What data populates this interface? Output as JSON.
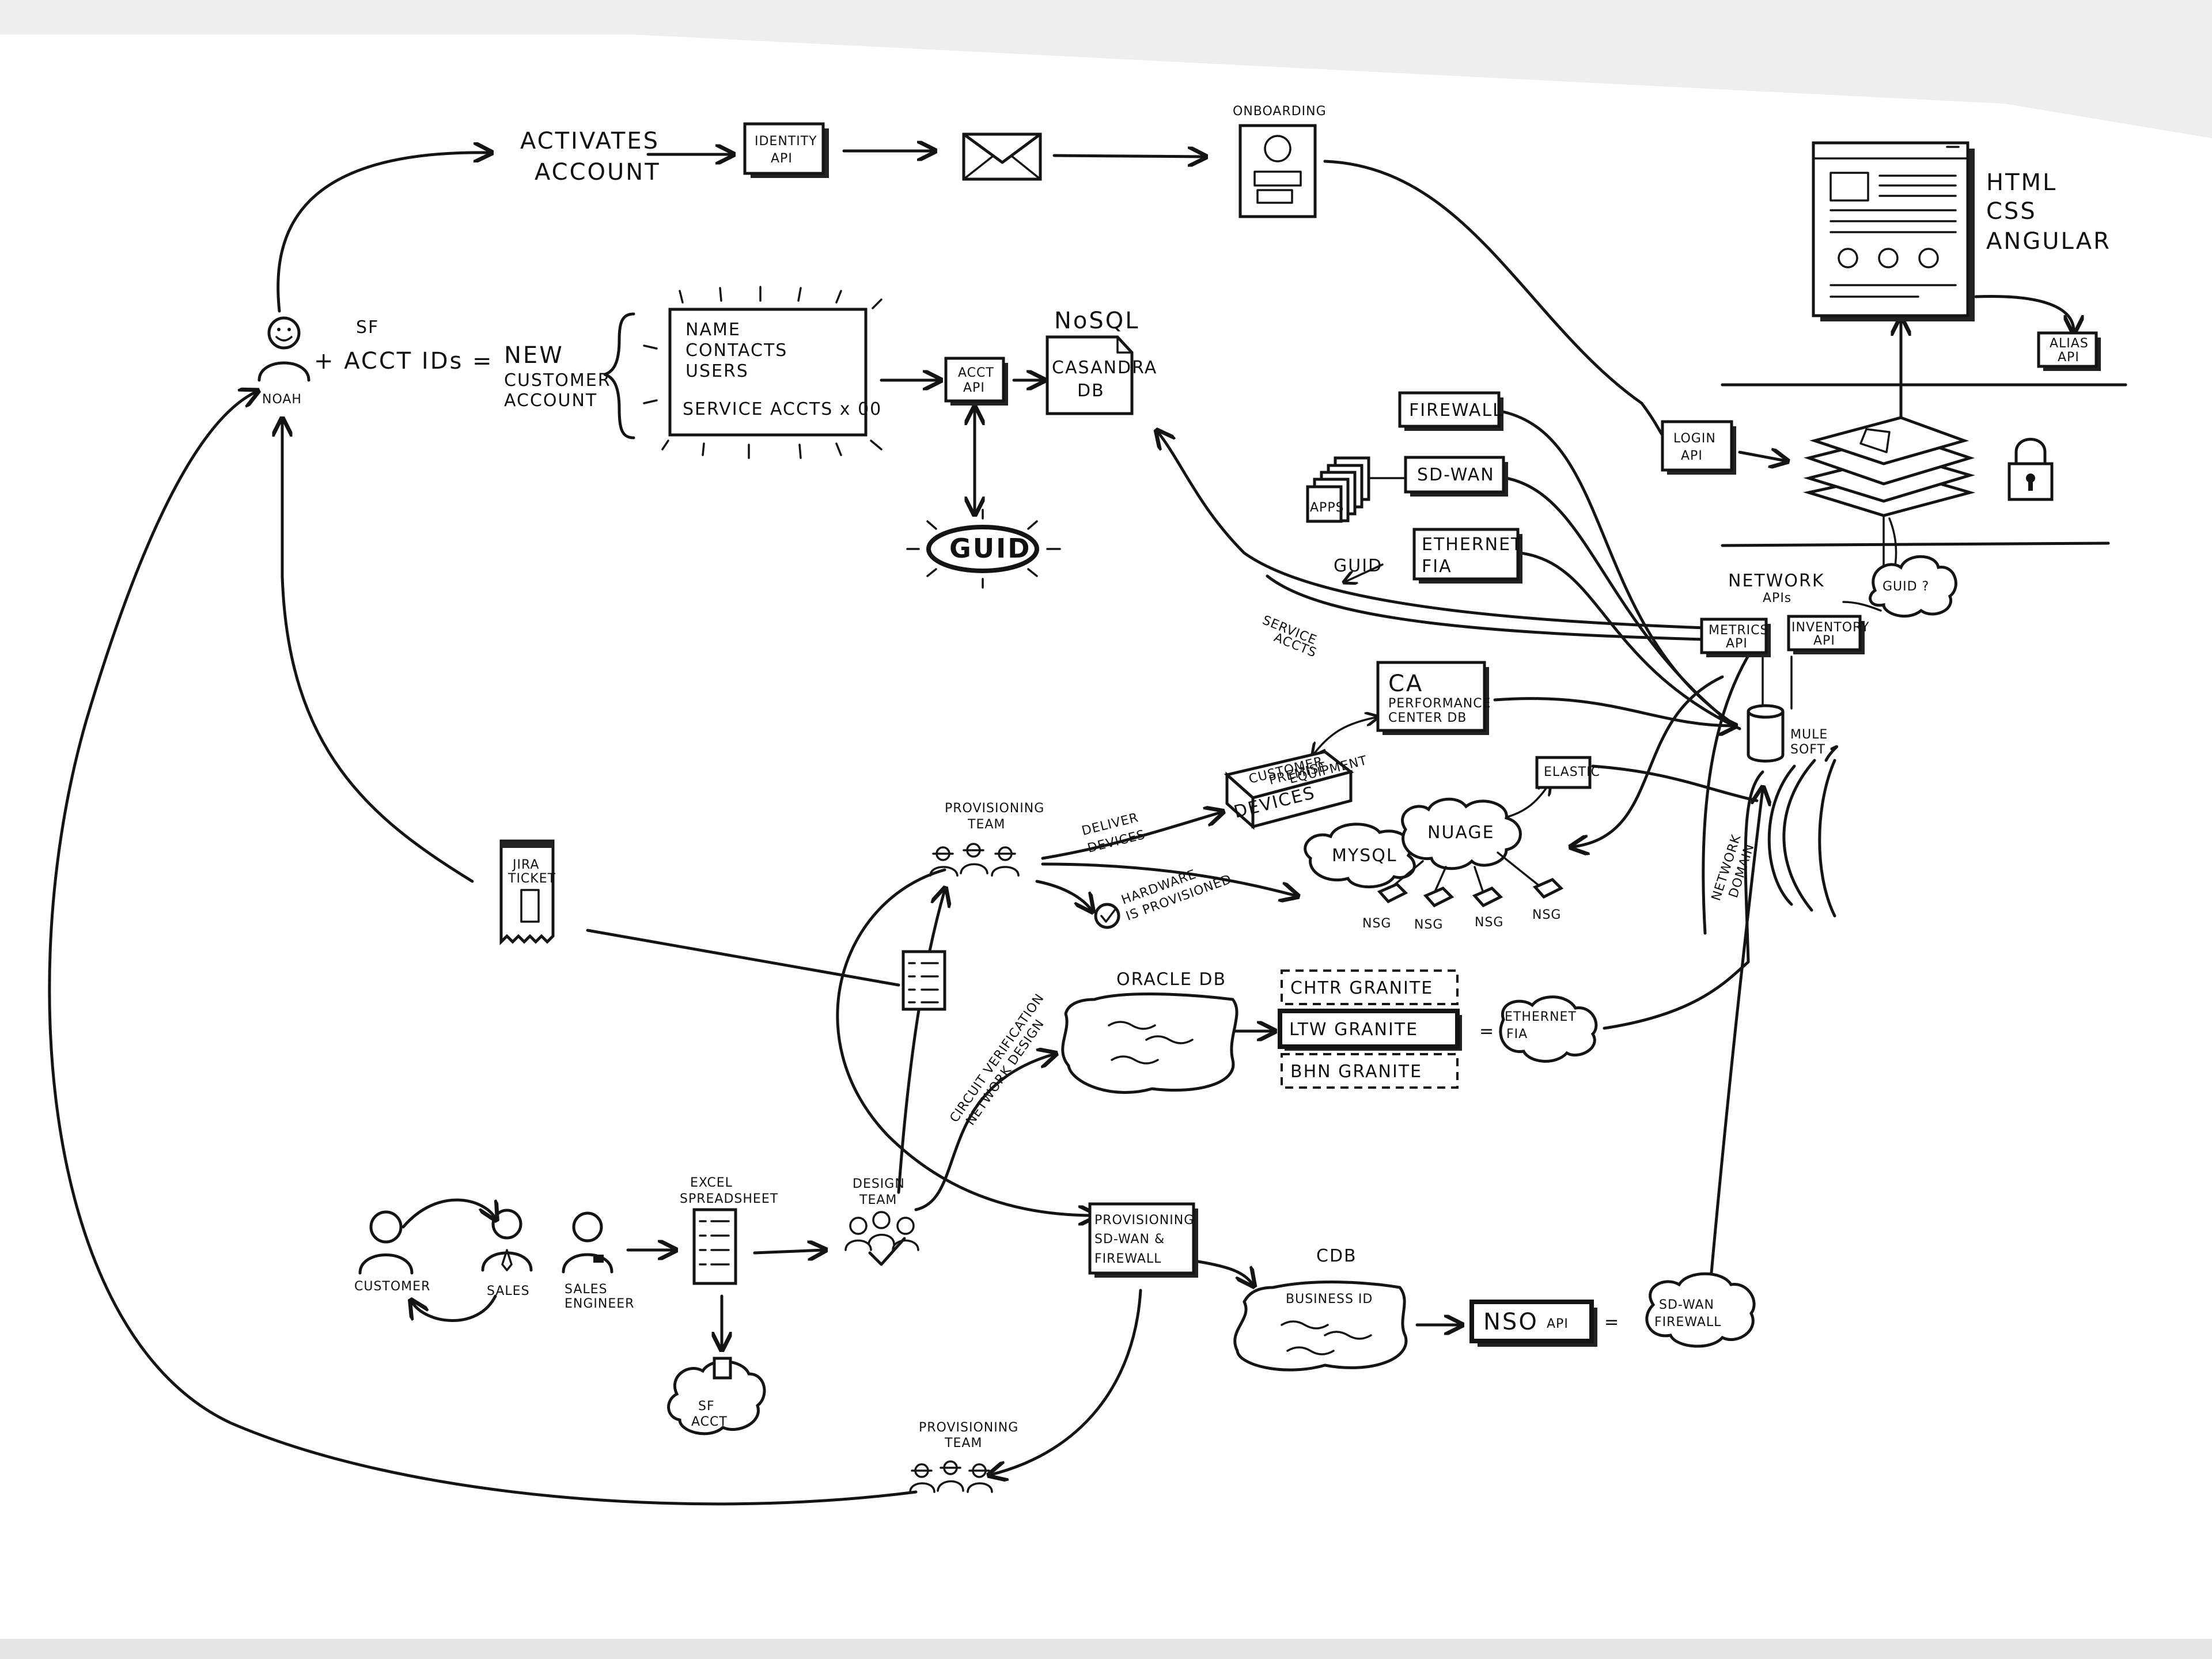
{
  "diagram": {
    "labels": {
      "activates_account_l1": "ACTIVATES",
      "activates_account_l2": "ACCOUNT",
      "identity_api_l1": "IDENTITY",
      "identity_api_l2": "API",
      "onboarding": "ONBOARDING",
      "html": "HTML",
      "css": "CSS",
      "angular": "ANGULAR",
      "alias_api_l1": "ALIAS",
      "alias_api_l2": "API",
      "sf": "SF",
      "acct_ids": "+ ACCT IDs",
      "equals": "=",
      "new_customer_account_l1": "NEW",
      "new_customer_account_l2": "CUSTOMER",
      "new_customer_account_l3": "ACCOUNT",
      "noah": "NOAH",
      "card_name": "NAME",
      "card_contacts": "CONTACTS",
      "card_users": "USERS",
      "card_service_accts": "SERVICE ACCTS x 00",
      "acct_api_l1": "ACCT",
      "acct_api_l2": "API",
      "nosql": "NoSQL",
      "casandra_db_l1": "CASANDRA",
      "casandra_db_l2": "DB",
      "guid": "GUID",
      "firewall": "FIREWALL",
      "sd_wan": "SD-WAN",
      "apps": "APPS",
      "ethernet_fia_l1": "ETHERNET",
      "ethernet_fia_l2": "FIA",
      "guid_small": "GUID",
      "service_accts_l1": "SERVICE",
      "service_accts_l2": "ACCTS",
      "login_api_l1": "LOGIN",
      "login_api_l2": "API",
      "network_apis_l1": "NETWORK",
      "network_apis_l2": "APIs",
      "metrics_api_l1": "METRICS",
      "metrics_api_l2": "API",
      "inventory_api_l1": "INVENTORY",
      "inventory_api_l2": "API",
      "guid_question": "GUID ?",
      "mule_soft_l1": "MULE",
      "mule_soft_l2": "SOFT",
      "ca_l1": "CA",
      "ca_l2": "PERFORMANCE",
      "ca_l3": "CENTER DB",
      "customer_premise_l1": "CUSTOMER",
      "customer_premise_l2": "PREMISE",
      "customer_premise_l3": "EQUIPMENT",
      "devices": "DEVICES",
      "elastic": "ELASTIC",
      "mysql": "MYSQL",
      "nuage": "NUAGE",
      "nsg": "NSG",
      "network_domain_l1": "NETWORK",
      "network_domain_l2": "DOMAIN",
      "provisioning_team_l1": "PROVISIONING",
      "provisioning_team_l2": "TEAM",
      "deliver_devices_l1": "DELIVER",
      "deliver_devices_l2": "DEVICES",
      "hardware_l1": "HARDWARE",
      "hardware_l2": "IS PROVISIONED",
      "jira_ticket_l1": "JIRA",
      "jira_ticket_l2": "TICKET",
      "oracle_db": "ORACLE DB",
      "chtr_granite": "CHTR GRANITE",
      "ltw_granite": "LTW GRANITE",
      "bhn_granite": "BHN GRANITE",
      "circuit_verification_l1": "CIRCUIT VERIFICATION",
      "circuit_verification_l2": "NETWORK DESIGN",
      "customer": "CUSTOMER",
      "sales": "SALES",
      "sales_engineer_l1": "SALES",
      "sales_engineer_l2": "ENGINEER",
      "excel_spreadsheet_l1": "EXCEL",
      "excel_spreadsheet_l2": "SPREADSHEET",
      "design_team_l1": "DESIGN",
      "design_team_l2": "TEAM",
      "provisioning_sdwan_l1": "PROVISIONING",
      "provisioning_sdwan_l2": "SD-WAN &",
      "provisioning_sdwan_l3": "FIREWALL",
      "sf_acct_l1": "SF",
      "sf_acct_l2": "ACCT",
      "cdb": "CDB",
      "business_id": "BUSINESS ID",
      "nso_api": "NSO",
      "nso_api_suffix": "API",
      "sd_wan_firewall_l1": "SD-WAN",
      "sd_wan_firewall_l2": "FIREWALL"
    }
  }
}
